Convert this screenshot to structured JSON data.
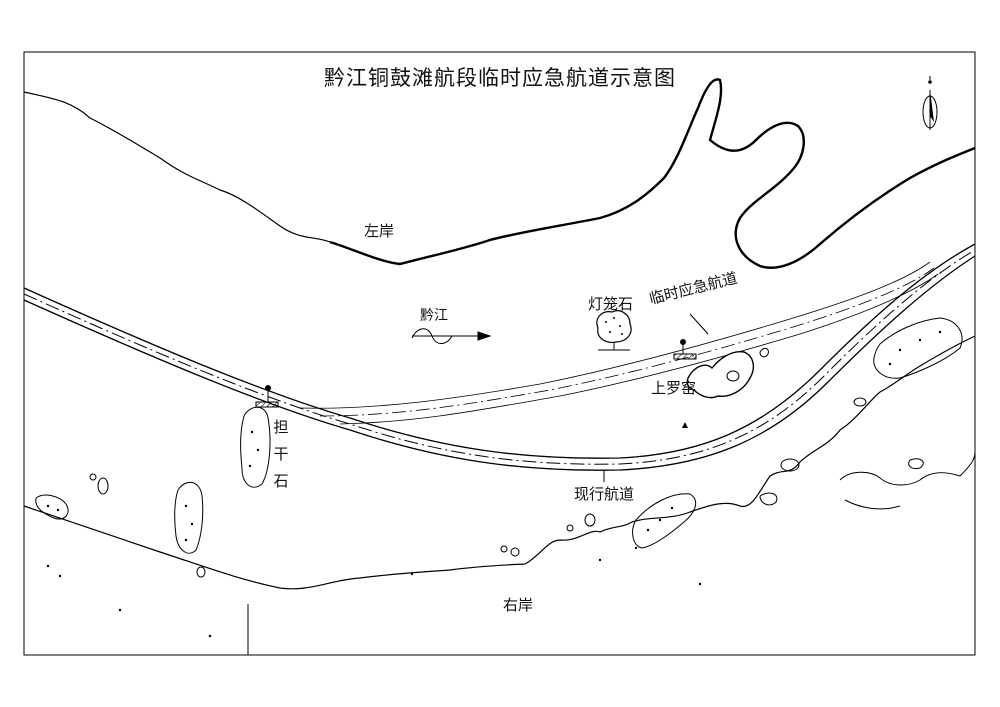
{
  "title": "黔江铜鼓滩航段临时应急航道示意图",
  "labels": {
    "left_bank": "左岸",
    "right_bank": "右岸",
    "river": "黔江",
    "denglong_rock": "灯笼石",
    "temporary_channel": "临时应急航道",
    "shangluo_island": "上罗窑",
    "current_channel": "现行航道",
    "dangan_rock": "担干石"
  },
  "icons": [
    "north-arrow-icon",
    "flow-direction-arrow-icon",
    "buoy-icon"
  ],
  "colors": {
    "ink": "#000000",
    "background": "#ffffff"
  }
}
